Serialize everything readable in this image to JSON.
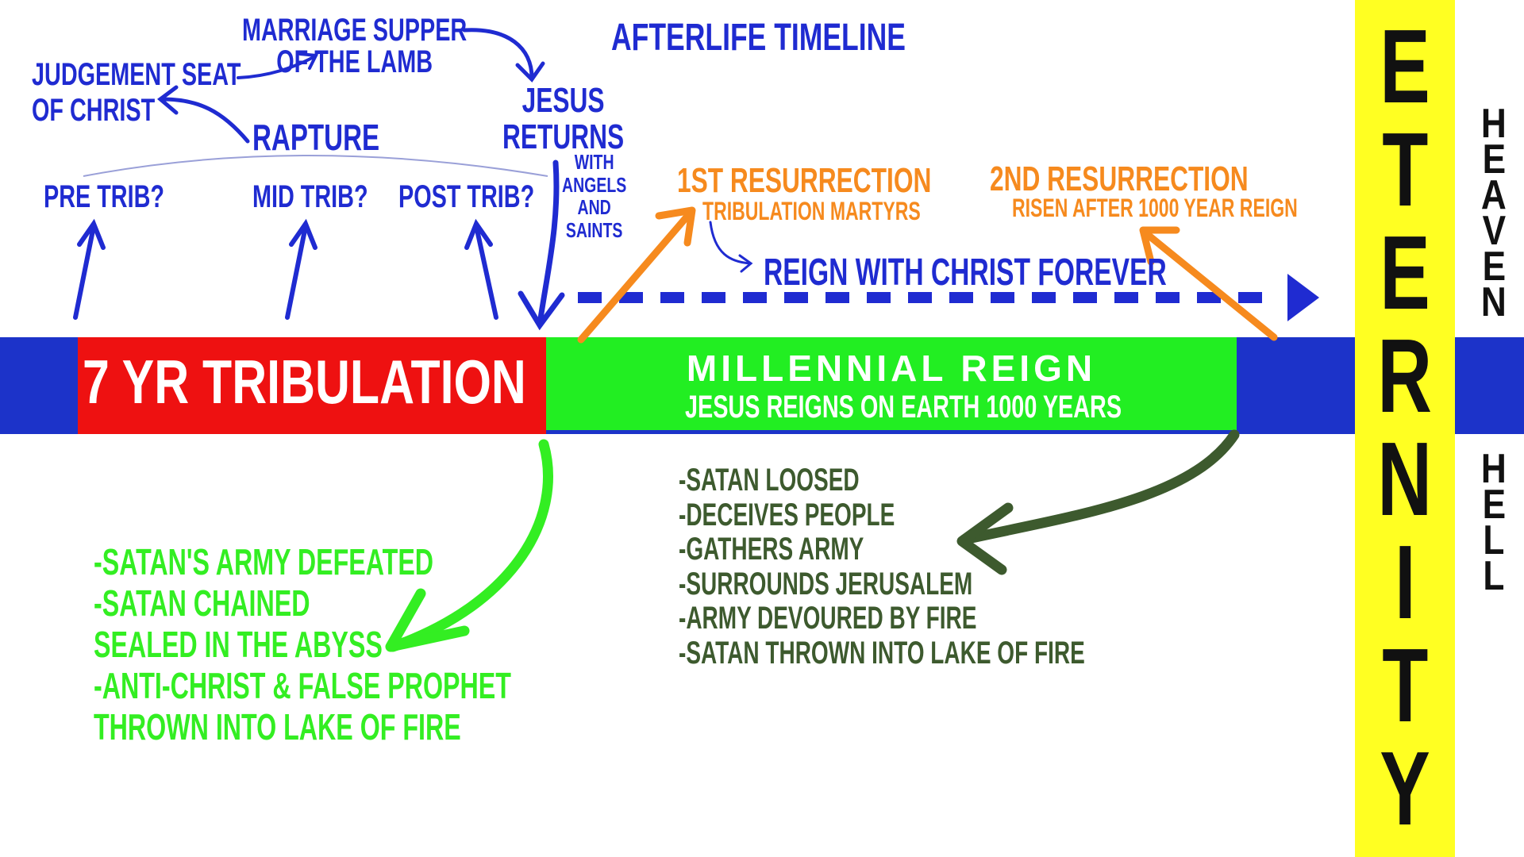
{
  "title": "AFTERLIFE TIMELINE",
  "rapture": {
    "label": "RAPTURE",
    "options": [
      "PRE TRIB?",
      "MID TRIB?",
      "POST TRIB?"
    ]
  },
  "judgement_seat": "JUDGEMENT SEAT\nOF CHRIST",
  "marriage_supper": "MARRIAGE SUPPER\nOF THE LAMB",
  "jesus_returns": "JESUS\nRETURNS",
  "with_angels": "WITH\nANGELS\nAND\nSAINTS",
  "first_resurrection": {
    "title": "1ST RESURRECTION",
    "subtitle": "TRIBULATION MARTYRS"
  },
  "second_resurrection": {
    "title": "2ND RESURRECTION",
    "subtitle": "RISEN AFTER 1000 YEAR REIGN"
  },
  "reign_forever": "REIGN WITH CHRIST FOREVER",
  "tribulation_label": "7 YR TRIBULATION",
  "millennial": {
    "title": "MILLENNIAL REIGN",
    "subtitle": "JESUS REIGNS ON EARTH 1000 YEARS"
  },
  "after_tribulation_events": [
    "-SATAN'S ARMY DEFEATED",
    "-SATAN CHAINED",
    "SEALED IN THE ABYSS",
    "-ANTI-CHRIST & FALSE PROPHET",
    "THROWN INTO LAKE OF FIRE"
  ],
  "after_millennium_events": [
    "-SATAN LOOSED",
    "-DECEIVES PEOPLE",
    "-GATHERS ARMY",
    "-SURROUNDS JERUSALEM",
    "-ARMY DEVOURED BY FIRE",
    "-SATAN THROWN INTO LAKE OF FIRE"
  ],
  "eternity": "ETERNITY",
  "heaven": "HEAVEN",
  "hell": "HELL",
  "colors": {
    "timeline_blue": "#1c33c9",
    "text_blue": "#1f2bd1",
    "tribulation_red": "#ee1111",
    "millennial_green": "#22ee22",
    "resurrection_orange": "#f68a1e",
    "light_green": "#33ee22",
    "dark_green": "#3d5a2e",
    "eternity_yellow": "#ffff22"
  }
}
